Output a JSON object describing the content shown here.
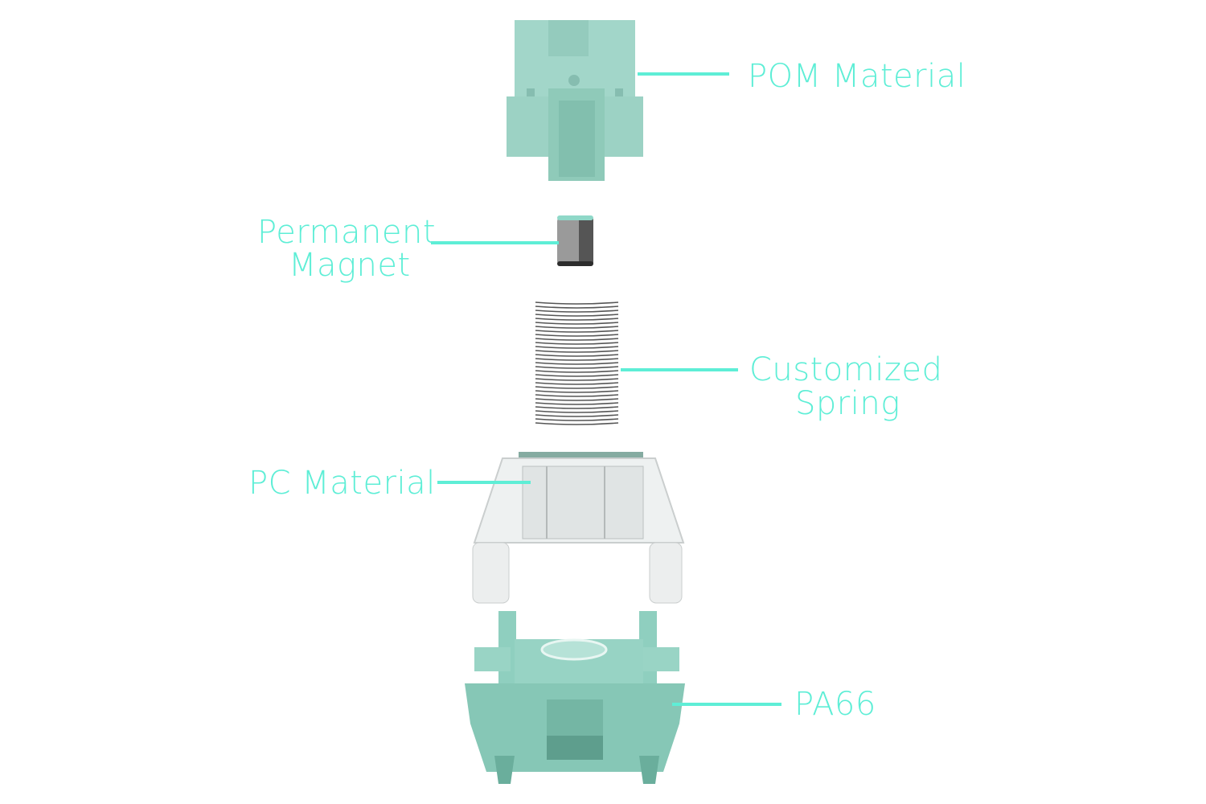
{
  "colors": {
    "accent": "#5eeed6",
    "pom_stem": "#9fd3c6",
    "pa66_housing": "#8ccdbd",
    "magnet": "#8a8a8a"
  },
  "labels": {
    "pom": "POM Material",
    "magnet_line1": "Permanent",
    "magnet_line2": "Magnet",
    "spring_line1": "Customized",
    "spring_line2": "Spring",
    "pc": "PC Material",
    "pa66": "PA66"
  }
}
